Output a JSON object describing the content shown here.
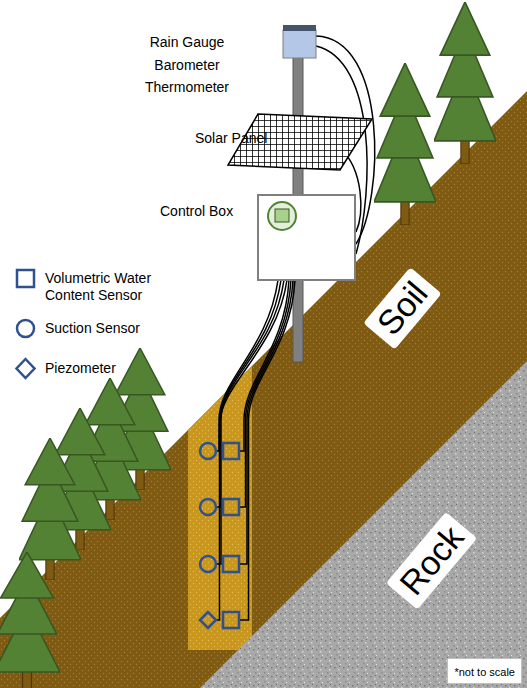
{
  "diagram": {
    "nodes": [
      {
        "text": [
          "*not to scale"
        ]
      }
    ],
    "labels": [
      "Rain Gauge",
      "Barometer",
      "Thermometer",
      "Solar Panel",
      "Control Box",
      "Soil",
      "Rock"
    ],
    "legend": [
      {
        "text": "Volumetric Water Content Sensor"
      },
      {
        "text": "Suction Sensor"
      },
      {
        "text": "Piezometer"
      }
    ]
  }
}
